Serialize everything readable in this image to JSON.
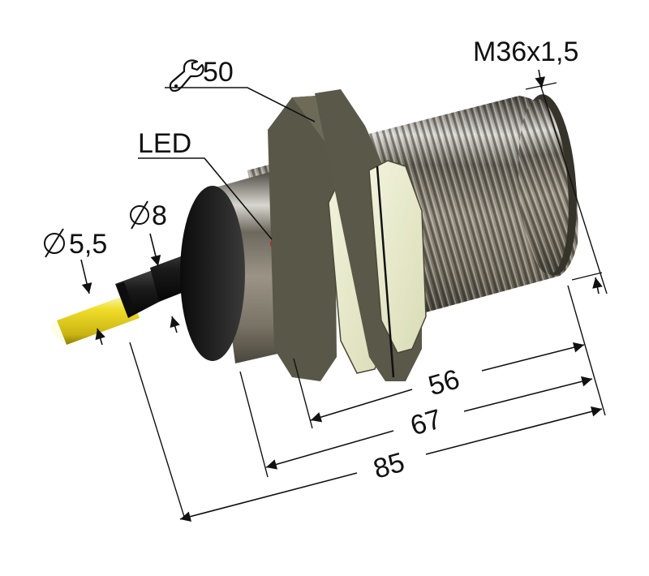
{
  "diagram": {
    "subject": "M36 threaded inductive proximity sensor with cable",
    "colors": {
      "background": "#ffffff",
      "cable": "#e6d21a",
      "cable_boot": "#1a1a1a",
      "end_cap": "#141414",
      "metal_body": "#8a8478",
      "nut_face": "#e9ebcc",
      "nut_side": "#5e5c4c",
      "led": "#ee1c1c",
      "dimension_lines": "#111111"
    },
    "labels": {
      "thread": "M36x1,5",
      "wrench_size": "50",
      "led": "LED",
      "boot_diameter_value": "8",
      "cable_diameter_value": "5,5",
      "dim_threaded_length": "56",
      "dim_body_length": "67",
      "dim_total_length": "85"
    },
    "icons": {
      "wrench": "wrench-icon",
      "diameter": "diameter-symbol"
    }
  }
}
